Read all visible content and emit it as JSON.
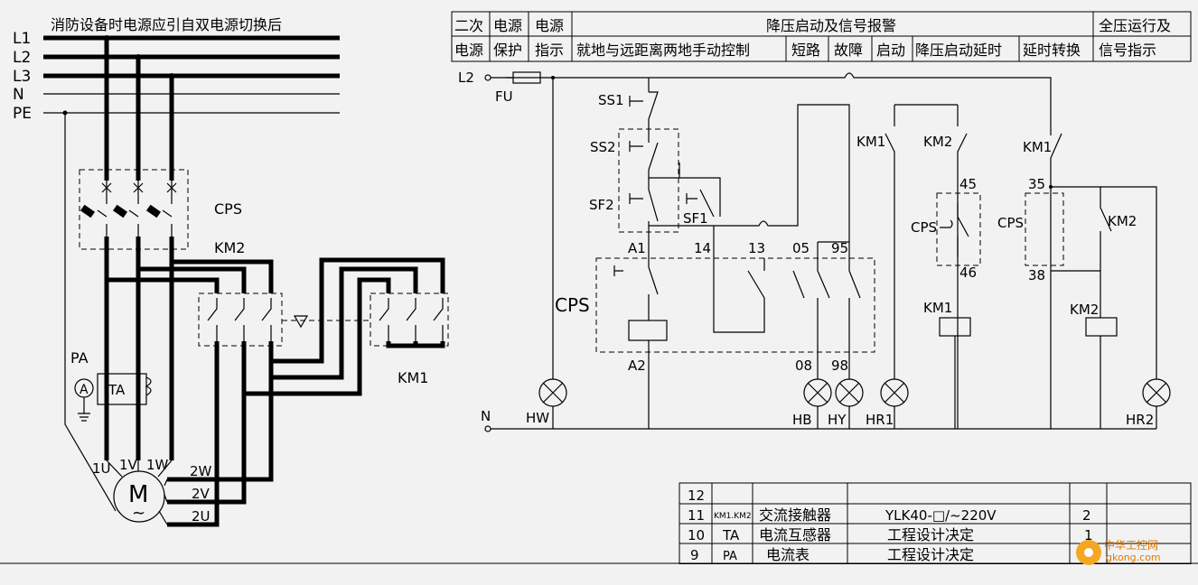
{
  "title_left": "消防设备时电源应引自双电源切换后",
  "bus_labels": [
    "L1",
    "L2",
    "L3",
    "N",
    "PE"
  ],
  "motor": {
    "symbol": "M",
    "ac": "~",
    "terminals": [
      "1U",
      "1V",
      "1W",
      "2W",
      "2V",
      "2U"
    ]
  },
  "power_labels": {
    "cps": "CPS",
    "km2": "KM2",
    "km1": "KM1",
    "pa": "PA",
    "ta": "TA",
    "ammeter": "A"
  },
  "header": {
    "cols": [
      {
        "top": "二次",
        "bottom": "电源"
      },
      {
        "top": "电源",
        "bottom": "保护"
      },
      {
        "top": "电源",
        "bottom": "指示"
      }
    ],
    "group_title": "降压启动及信号报警",
    "sub": [
      "就地与远距离两地手动控制",
      "短路",
      "故障",
      "启动",
      "降压启动延时",
      "延时转换"
    ],
    "last": {
      "top": "全压运行及",
      "bottom": "信号指示"
    }
  },
  "control": {
    "l2": "L2",
    "n": "N",
    "fu": "FU",
    "ss1": "SS1",
    "ss2": "SS2",
    "sf2": "SF2",
    "sf1": "SF1",
    "cps": "CPS",
    "terminals": [
      "A1",
      "14",
      "13",
      "05",
      "95",
      "A2",
      "08",
      "98"
    ],
    "km1_a": "KM1",
    "km2_a": "KM2",
    "km1_b": "KM1",
    "t45": "45",
    "t46": "46",
    "t35": "35",
    "t38": "38",
    "cps_b": "CPS",
    "cps_c": "CPS",
    "km2_b": "KM2",
    "km1_coil": "KM1",
    "km2_coil": "KM2",
    "lamps": [
      "HW",
      "HB",
      "HY",
      "HR1",
      "HR2"
    ]
  },
  "parts_table": {
    "rows": [
      {
        "no": "12",
        "code": "",
        "name": "",
        "spec": "",
        "qty": ""
      },
      {
        "no": "11",
        "code": "KM1.KM2",
        "name": "交流接触器",
        "spec": "YLK40-□/~220V",
        "qty": "2"
      },
      {
        "no": "10",
        "code": "TA",
        "name": "电流互感器",
        "spec": "工程设计决定",
        "qty": "1"
      },
      {
        "no": "9",
        "code": "PA",
        "name": "电流表",
        "spec": "工程设计决定",
        "qty": "1"
      }
    ]
  },
  "watermark": {
    "brand": "中华工控网",
    "url": "gkong.com"
  }
}
